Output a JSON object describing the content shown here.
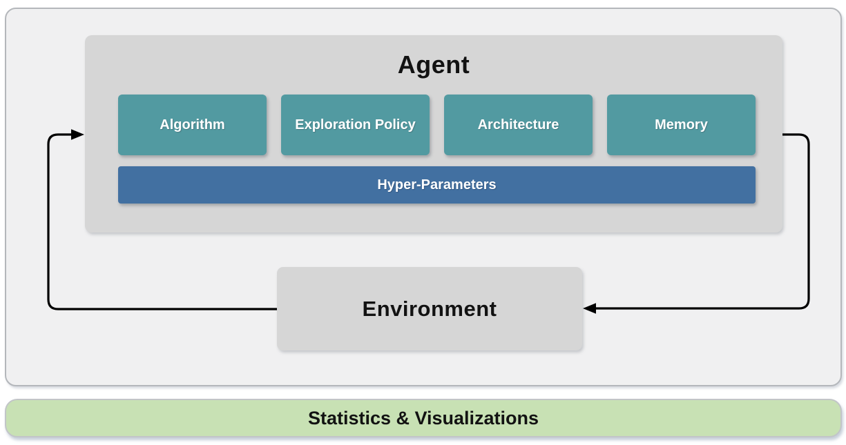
{
  "figure": {
    "agent": {
      "title": "Agent",
      "components": [
        "Algorithm",
        "Exploration Policy",
        "Architecture",
        "Memory"
      ],
      "hyper_parameters_label": "Hyper-Parameters"
    },
    "environment_label": "Environment",
    "statistics_bar_label": "Statistics & Visualizations",
    "colors": {
      "component_teal": "#529aa1",
      "hyper_parameters_blue": "#4270a1",
      "statistics_green": "#c8e1b4",
      "container_gray": "#d6d6d6",
      "panel_background": "#f0f0f1",
      "panel_border": "#b4b7bb",
      "arrow_black": "#000000"
    }
  }
}
